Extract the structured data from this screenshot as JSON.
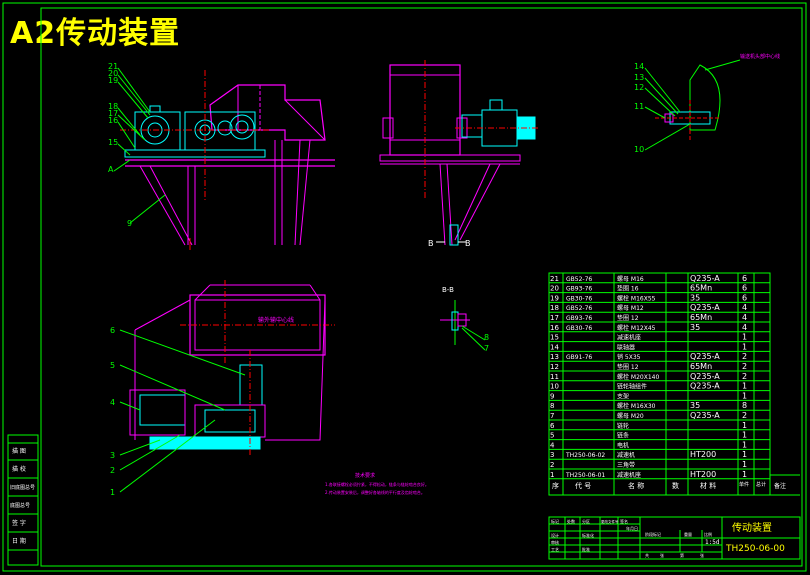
{
  "title": "A2传动装置",
  "views": {
    "section_label": "B-B",
    "arrow_b1": "B",
    "arrow_b2": "B",
    "center_line": "输外输中心线",
    "top_right_note": "输送机头部中心线",
    "tech_req_title": "技术要求",
    "tech_req_1": "1.各联接螺栓必须拧紧，不得松动，链条与链轮啮合良好。",
    "tech_req_2": "2.传动装置安装后，调整好各轴线的平行度及齿轮啮合。"
  },
  "part_labels": {
    "front": [
      "21",
      "20",
      "19",
      "18",
      "17",
      "16",
      "15",
      "A",
      "9"
    ],
    "top": [
      "6",
      "5",
      "4",
      "3",
      "2",
      "1"
    ],
    "detail": [
      "14",
      "13",
      "12",
      "11",
      "10"
    ],
    "section": [
      "8",
      "7"
    ]
  },
  "bom": {
    "rows": [
      {
        "no": "21",
        "code": "GB52-76",
        "name": "螺母 M16",
        "material": "Q235-A",
        "qty": "6"
      },
      {
        "no": "20",
        "code": "GB93-76",
        "name": "垫圈 16",
        "material": "65Mn",
        "qty": "6"
      },
      {
        "no": "19",
        "code": "GB30-76",
        "name": "螺栓 M16X55",
        "material": "35",
        "qty": "6"
      },
      {
        "no": "18",
        "code": "GB52-76",
        "name": "螺母 M12",
        "material": "Q235-A",
        "qty": "4"
      },
      {
        "no": "17",
        "code": "GB93-76",
        "name": "垫圈 12",
        "material": "65Mn",
        "qty": "4"
      },
      {
        "no": "16",
        "code": "GB30-76",
        "name": "螺栓 M12X45",
        "material": "35",
        "qty": "4"
      },
      {
        "no": "15",
        "code": "",
        "name": "减速机座",
        "material": "",
        "qty": "1"
      },
      {
        "no": "14",
        "code": "",
        "name": "联轴器",
        "material": "",
        "qty": "1"
      },
      {
        "no": "13",
        "code": "GB91-76",
        "name": "销 5X35",
        "material": "Q235-A",
        "qty": "2"
      },
      {
        "no": "12",
        "code": "",
        "name": "垫圈 12",
        "material": "65Mn",
        "qty": "2"
      },
      {
        "no": "11",
        "code": "",
        "name": "螺栓 M20X140",
        "material": "Q235-A",
        "qty": "2"
      },
      {
        "no": "10",
        "code": "",
        "name": "链轮轴组件",
        "material": "Q235-A",
        "qty": "1"
      },
      {
        "no": "9",
        "code": "",
        "name": "支架",
        "material": "",
        "qty": "1"
      },
      {
        "no": "8",
        "code": "",
        "name": "螺栓 M16X30",
        "material": "35",
        "qty": "8"
      },
      {
        "no": "7",
        "code": "",
        "name": "螺母 M20",
        "material": "Q235-A",
        "qty": "2"
      },
      {
        "no": "6",
        "code": "",
        "name": "链轮",
        "material": "",
        "qty": "1"
      },
      {
        "no": "5",
        "code": "",
        "name": "链条",
        "material": "",
        "qty": "1"
      },
      {
        "no": "4",
        "code": "",
        "name": "电机",
        "material": "",
        "qty": "1"
      },
      {
        "no": "3",
        "code": "TH250-06-02",
        "name": "减速机",
        "material": "HT200",
        "qty": "1"
      },
      {
        "no": "2",
        "code": "",
        "name": "三角带",
        "material": "",
        "qty": "1"
      },
      {
        "no": "1",
        "code": "TH250-06-01",
        "name": "减速机座",
        "material": "HT200",
        "qty": "1"
      }
    ],
    "header": {
      "no": "序",
      "code": "代 号",
      "name": "名 称",
      "qty": "数",
      "material": "材 料",
      "unit_weight": "单件",
      "total_weight": "总计",
      "remark": "备注"
    }
  },
  "title_block": {
    "drawing_title": "传动装置",
    "drawing_number": "TH250-06-00",
    "scale": "1:5d",
    "cells": [
      "标记",
      "处数",
      "分区",
      "更改文件号",
      "签名",
      "年月日",
      "设计",
      "标准化",
      "阶段标记",
      "重量",
      "比例",
      "审核",
      "工艺",
      "批准",
      "共",
      "张",
      "第",
      "张"
    ]
  },
  "left_strip": [
    "描 图",
    "描 校",
    "旧底图总号",
    "底图总号",
    "签 字",
    "日 期"
  ],
  "colors": {
    "frame": "#00ff00",
    "part_magenta": "#ff00ff",
    "part_cyan": "#00ffff",
    "title_yellow": "#ffff00",
    "center_red": "#ff0000",
    "table_green": "#00ff00",
    "table_text": "#ffffff"
  }
}
